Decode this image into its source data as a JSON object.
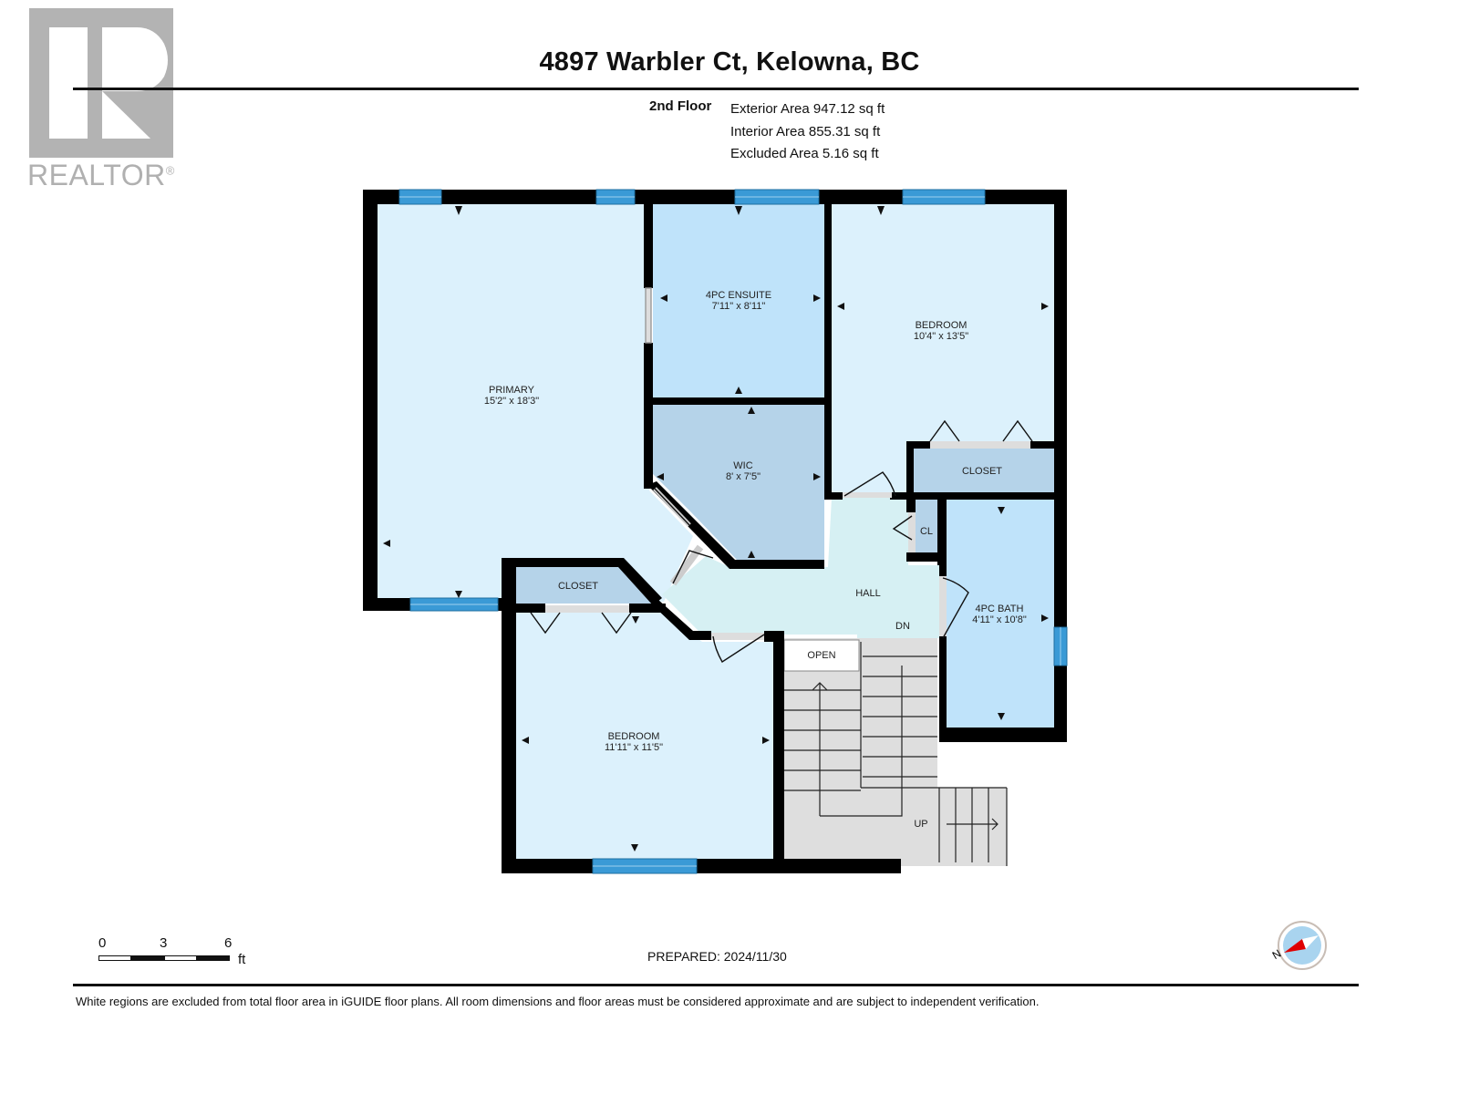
{
  "logo": {
    "text": "REALTOR",
    "mark": "®",
    "color": "#b3b3b3"
  },
  "header": {
    "title": "4897 Warbler Ct, Kelowna, BC"
  },
  "floor": {
    "label": "2nd Floor",
    "exterior_area": "Exterior Area 947.12 sq ft",
    "interior_area": "Interior Area 855.31 sq ft",
    "excluded_area": "Excluded Area 5.16 sq ft"
  },
  "rooms": {
    "primary": {
      "name": "PRIMARY",
      "dims": "15'2\" x 18'3\""
    },
    "ensuite": {
      "name": "4PC ENSUITE",
      "dims": "7'11\" x 8'11\""
    },
    "bedroom_ne": {
      "name": "BEDROOM",
      "dims": "10'4\" x 13'5\""
    },
    "wic": {
      "name": "WIC",
      "dims": "8' x 7'5\""
    },
    "closet_ne": {
      "name": "CLOSET"
    },
    "cl": {
      "name": "CL"
    },
    "hall": {
      "name": "HALL"
    },
    "dn": {
      "name": "DN"
    },
    "bath": {
      "name": "4PC BATH",
      "dims": "4'11\" x 10'8\""
    },
    "closet_sw": {
      "name": "CLOSET"
    },
    "open": {
      "name": "OPEN"
    },
    "bedroom_sw": {
      "name": "BEDROOM",
      "dims": "11'11\" x 11'5\""
    },
    "up": {
      "name": "UP"
    }
  },
  "colors": {
    "wall": "#000000",
    "room_light": "#dcf1fc",
    "room_bath": "#bfe3fa",
    "room_closet": "#b5d3e9",
    "hall": "#d6f0f3",
    "stair": "#dedede",
    "window": "#3a9ad6",
    "compass_red": "#e00000",
    "compass_blue": "#a9d4ef"
  },
  "scale_bar": {
    "ticks": [
      "0",
      "3",
      "6"
    ],
    "unit": "ft"
  },
  "footer": {
    "prepared": "PREPARED: 2024/11/30",
    "disclaimer": "White regions are excluded from total floor area in iGUIDE floor plans. All room dimensions and floor areas must be considered approximate and are subject to independent verification.",
    "compass_letter": "N"
  }
}
